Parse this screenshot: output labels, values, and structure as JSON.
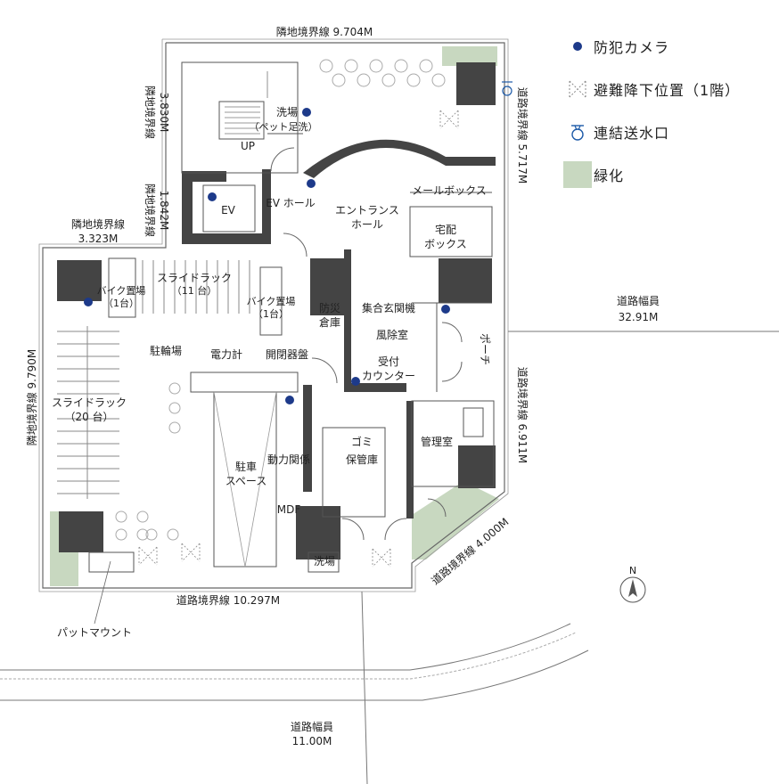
{
  "legend": [
    {
      "icon": "camera-dot-icon",
      "label": "防犯カメラ",
      "color": "#1d3a8a"
    },
    {
      "icon": "evacuation-hatch-icon",
      "label": "避難降下位置（1階）"
    },
    {
      "icon": "water-inlet-icon",
      "label": "連結送水口",
      "color": "#1d5aa8"
    },
    {
      "icon": "greenery-swatch-icon",
      "label": "緑化",
      "color": "#c8d8c0"
    }
  ],
  "boundaries": {
    "top": "隣地境界線 9.704M",
    "left_upper": "隣地境界線",
    "left_upper_val": "3.830M",
    "left_mid": "隣地境界線",
    "left_mid_val": "1.842M",
    "left_step": "隣地境界線",
    "left_step_val": "3.323M",
    "left_lower": "隣地境界線 9.790M",
    "right_upper": "道路境界線 5.717M",
    "right_lower": "道路境界線 6.911M",
    "diagonal": "道路境界線 4.000M",
    "bottom": "道路境界線 10.297M"
  },
  "roads": {
    "east_label": "道路幅員",
    "east_value": "32.91M",
    "south_label": "道路幅員",
    "south_value": "11.00M"
  },
  "rooms": {
    "wash_pet_1": "洗場",
    "wash_pet_2": "（ペット足洗）",
    "up": "UP",
    "ev": "EV",
    "ev_hall": "EV ホール",
    "entrance_1": "エントランス",
    "entrance_2": "ホール",
    "mailbox": "メールボックス",
    "delivery_1": "宅配",
    "delivery_2": "ボックス",
    "slide_rack_11": "スライドラック",
    "slide_rack_11_n": "（11 台）",
    "bike_1a": "バイク置場",
    "bike_1b": "（1台）",
    "bike_2a": "バイク置場",
    "bike_2b": "（1台）",
    "bousai_1": "防災",
    "bousai_2": "倉庫",
    "shugo": "集合玄関機",
    "fujo": "風除室",
    "uketsuke_1": "受付",
    "uketsuke_2": "カウンター",
    "porch": "ポーチ",
    "churin": "駐輪場",
    "denryoku": "電力計",
    "kaiheiki": "開閉器盤",
    "slide_rack_20": "スライドラック",
    "slide_rack_20_n": "（20 台）",
    "parking_1": "駐車",
    "parking_2": "スペース",
    "douryoku": "動力関係",
    "mdf": "MDF",
    "gomi_1": "ゴミ",
    "gomi_2": "保管庫",
    "kanri": "管理室",
    "wash_2": "洗場",
    "pad_mount": "パットマウント"
  },
  "north": "N"
}
